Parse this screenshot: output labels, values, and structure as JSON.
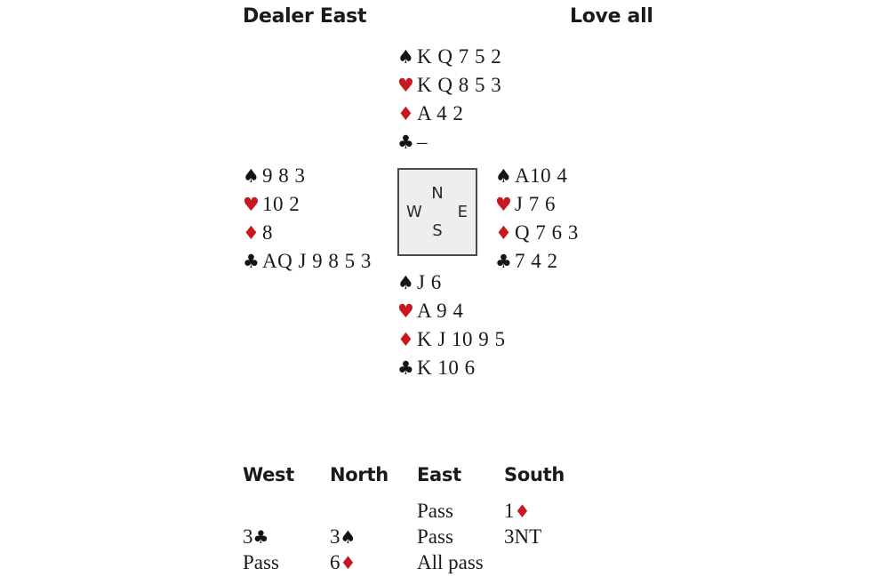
{
  "header": {
    "dealer": "Dealer East",
    "vulnerability": "Love all"
  },
  "symbols": {
    "spade": "♠",
    "heart": "♥",
    "diamond": "♦",
    "club": "♣",
    "void": "–"
  },
  "colors": {
    "red_suit": "#C8181F",
    "black_suit": "#141414",
    "compass_fill": "#eeeeee",
    "compass_border": "#4a4a4a",
    "text": "#1a1a1a"
  },
  "hands": {
    "north": {
      "position_label": "North",
      "spades": "K Q 7 5 2",
      "hearts": "K Q 8 5 3",
      "diamonds": "A 4 2",
      "clubs": "–"
    },
    "west": {
      "position_label": "West",
      "spades": "9  8  3",
      "hearts": "10 2",
      "diamonds": "8",
      "clubs": "AQ  J  9  8 5 3"
    },
    "east": {
      "position_label": "East",
      "spades": "A10 4",
      "hearts": "J 7  6",
      "diamonds": "Q 7  6  3",
      "clubs": "7 4 2"
    },
    "south": {
      "position_label": "South",
      "spades": "J 6",
      "hearts": "A 9  4",
      "diamonds": "K J 10 9  5",
      "clubs": "K 10 6"
    }
  },
  "compass": {
    "north": "N",
    "south": "S",
    "west": "W",
    "east": "E"
  },
  "bidding": {
    "columns": [
      "West",
      "North",
      "East",
      "South"
    ],
    "rows": [
      {
        "west": "",
        "north": "",
        "east": "Pass",
        "south_level": "1",
        "south_suit": "diamond",
        "south_text": ""
      },
      {
        "west_level": "3",
        "west_suit": "club",
        "north_level": "3",
        "north_suit": "spade",
        "east": "Pass",
        "south_text": "3NT"
      },
      {
        "west": "Pass",
        "north_level": "6",
        "north_suit": "diamond",
        "east": "All pass",
        "south_text": ""
      }
    ]
  }
}
